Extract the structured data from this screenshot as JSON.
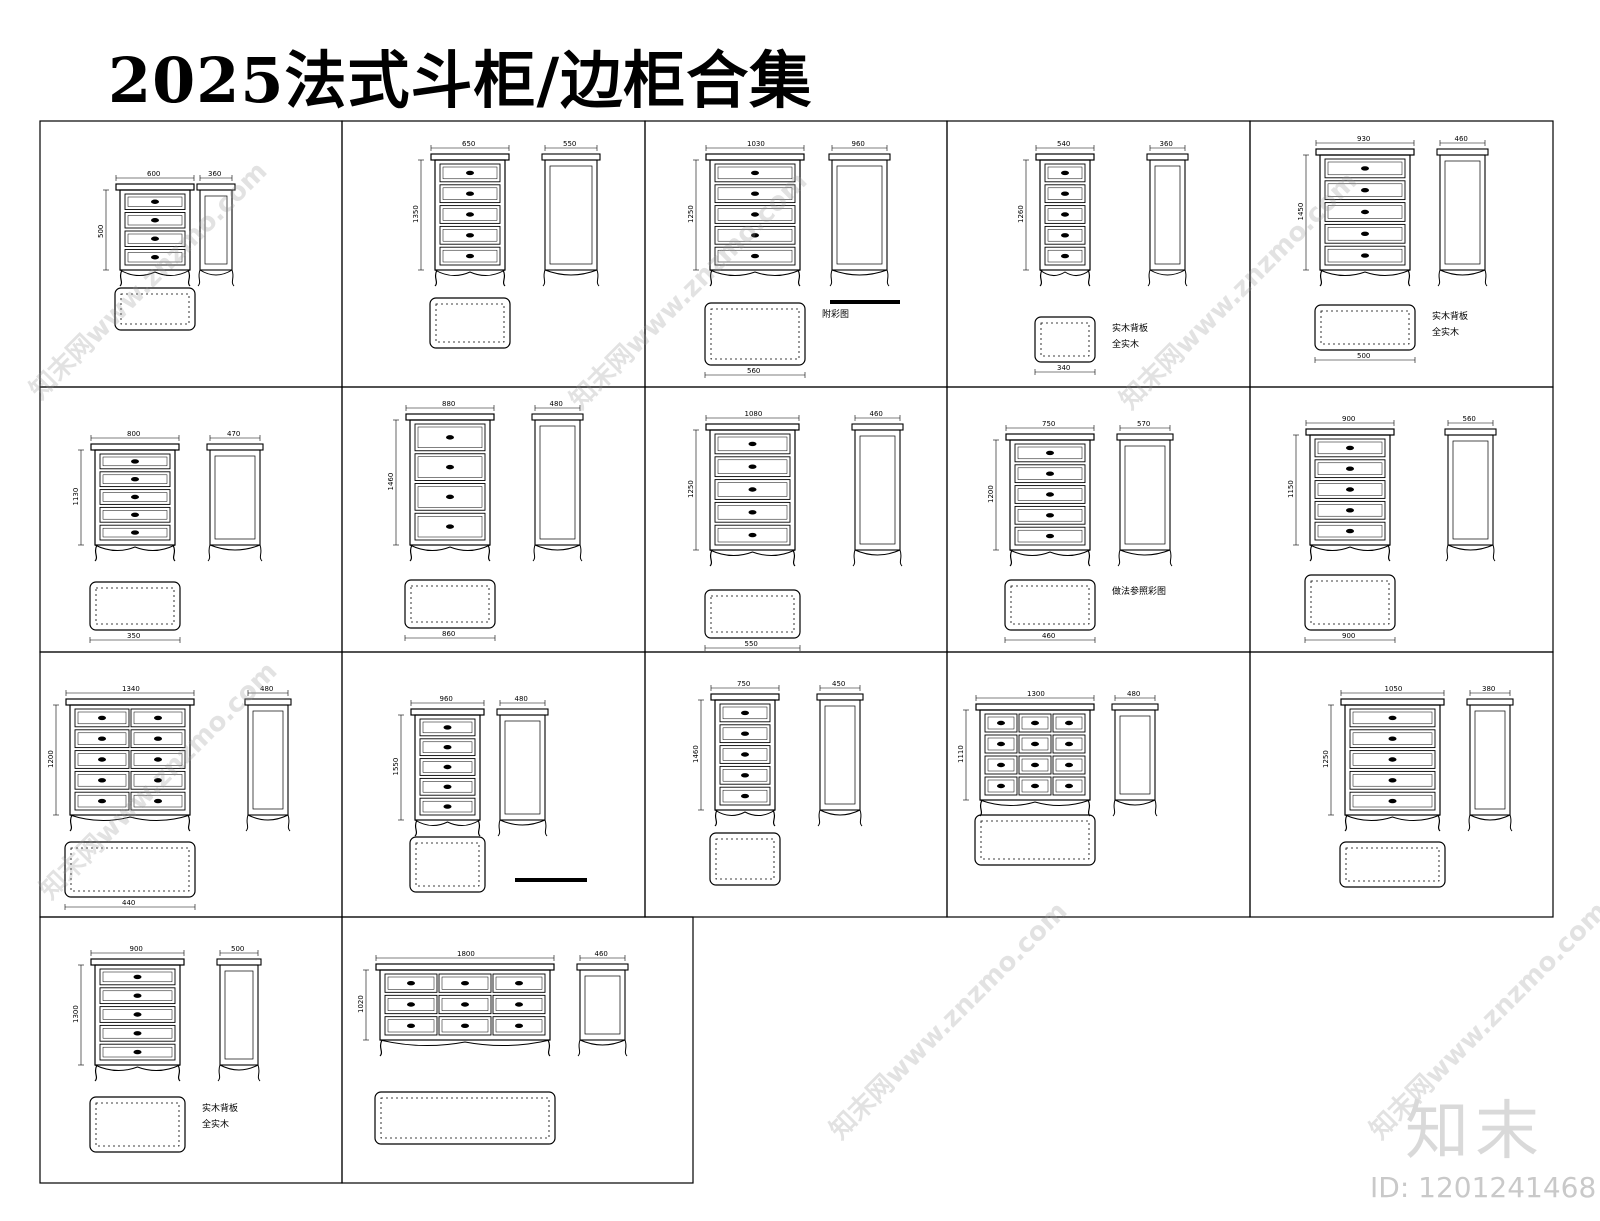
{
  "title": "2025法式斗柜/边柜合集",
  "watermark": {
    "logo": "知末",
    "id_label": "ID: 1201241468",
    "site": "知末网www.znzmo.com"
  },
  "panels": [
    {
      "id": "p1",
      "dims": [
        "600",
        "500",
        "360"
      ],
      "notes": []
    },
    {
      "id": "p2",
      "dims": [
        "650",
        "1350",
        "550"
      ],
      "notes": []
    },
    {
      "id": "p3",
      "dims": [
        "1030",
        "1250",
        "960",
        "560"
      ],
      "notes": [
        "附彩图"
      ]
    },
    {
      "id": "p4",
      "dims": [
        "540",
        "1260",
        "360",
        "340"
      ],
      "notes": [
        "实木背板",
        "全实木"
      ]
    },
    {
      "id": "p5",
      "dims": [
        "930",
        "1450",
        "460",
        "500"
      ],
      "notes": [
        "实木背板",
        "全实木"
      ]
    },
    {
      "id": "p6",
      "dims": [
        "800",
        "1130",
        "470",
        "350"
      ],
      "notes": []
    },
    {
      "id": "p7",
      "dims": [
        "880",
        "1460",
        "480",
        "860"
      ],
      "notes": []
    },
    {
      "id": "p8",
      "dims": [
        "1080",
        "1250",
        "460",
        "550"
      ],
      "notes": []
    },
    {
      "id": "p9",
      "dims": [
        "750",
        "1200",
        "570",
        "460"
      ],
      "notes": [
        "做法参照彩图"
      ]
    },
    {
      "id": "p10",
      "dims": [
        "900",
        "1150",
        "560",
        "900"
      ],
      "notes": []
    },
    {
      "id": "p11",
      "dims": [
        "1340",
        "1200",
        "480",
        "440"
      ],
      "notes": []
    },
    {
      "id": "p12",
      "dims": [
        "960",
        "1550",
        "480"
      ],
      "notes": []
    },
    {
      "id": "p13",
      "dims": [
        "750",
        "1460",
        "450"
      ],
      "notes": []
    },
    {
      "id": "p14",
      "dims": [
        "1300",
        "1110",
        "480"
      ],
      "notes": []
    },
    {
      "id": "p15",
      "dims": [
        "1050",
        "1250",
        "380"
      ],
      "notes": []
    },
    {
      "id": "p16",
      "dims": [
        "900",
        "1300",
        "500"
      ],
      "notes": [
        "实木背板",
        "全实木"
      ]
    },
    {
      "id": "p17",
      "dims": [
        "1800",
        "1020",
        "460"
      ],
      "notes": []
    }
  ]
}
